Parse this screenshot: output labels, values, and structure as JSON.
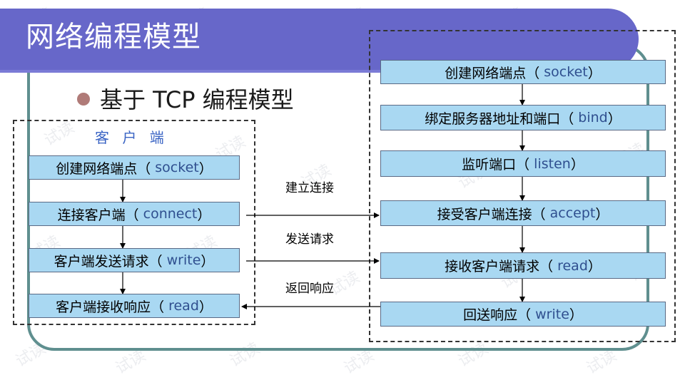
{
  "title": "网络编程模型",
  "subtitle": "基于 TCP 编程模型",
  "watermark": "试读",
  "client": {
    "label": "客 户 端",
    "steps": [
      {
        "text": "创建网络端点（",
        "fn": "socket",
        "close": "）"
      },
      {
        "text": "连接客户端（",
        "fn": "connect",
        "close": "）"
      },
      {
        "text": "客户端发送请求（",
        "fn": "write",
        "close": "）"
      },
      {
        "text": "客户端接收响应（",
        "fn": "read",
        "close": "）"
      }
    ]
  },
  "server": {
    "steps": [
      {
        "text": "创建网络端点（",
        "fn": "socket",
        "close": "）"
      },
      {
        "text": "绑定服务器地址和端口（",
        "fn": "bind",
        "close": "）"
      },
      {
        "text": "监听端口（",
        "fn": "listen",
        "close": "）"
      },
      {
        "text": "接受客户端连接（",
        "fn": "accept",
        "close": "）"
      },
      {
        "text": "接收客户端请求（",
        "fn": "read",
        "close": "）"
      },
      {
        "text": "回送响应（",
        "fn": "write",
        "close": "）"
      }
    ]
  },
  "links": [
    {
      "label": "建立连接"
    },
    {
      "label": "发送请求"
    },
    {
      "label": "返回响应"
    }
  ],
  "colors": {
    "title_bar": "#6767c9",
    "box_fill": "#a9d8f2",
    "frame": "#5f8f8f",
    "fn_text": "#2f4f8f"
  }
}
